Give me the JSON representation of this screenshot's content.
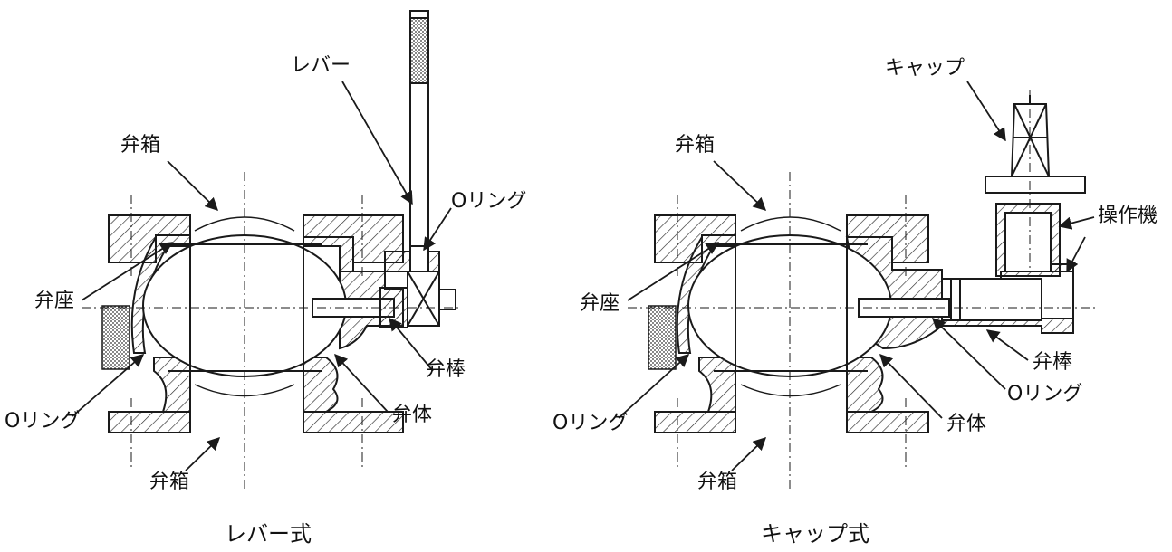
{
  "left": {
    "caption": "レバー式",
    "labels": {
      "body_top": "弁箱",
      "lever": "レバー",
      "oring_top": "Oリング",
      "seat": "弁座",
      "stem": "弁棒",
      "oring_bottom": "Oリング",
      "disc": "弁体",
      "body_bottom": "弁箱"
    }
  },
  "right": {
    "caption": "キャップ式",
    "labels": {
      "cap": "キャップ",
      "body_top": "弁箱",
      "operator": "操作機",
      "seat": "弁座",
      "stem": "弁棒",
      "oring_right": "Oリング",
      "oring_left": "Oリング",
      "disc": "弁体",
      "body_bottom": "弁箱"
    }
  },
  "colors": {
    "line": "#1a1a1a",
    "hatch": "#2a2a2a",
    "handle": "#555555"
  }
}
